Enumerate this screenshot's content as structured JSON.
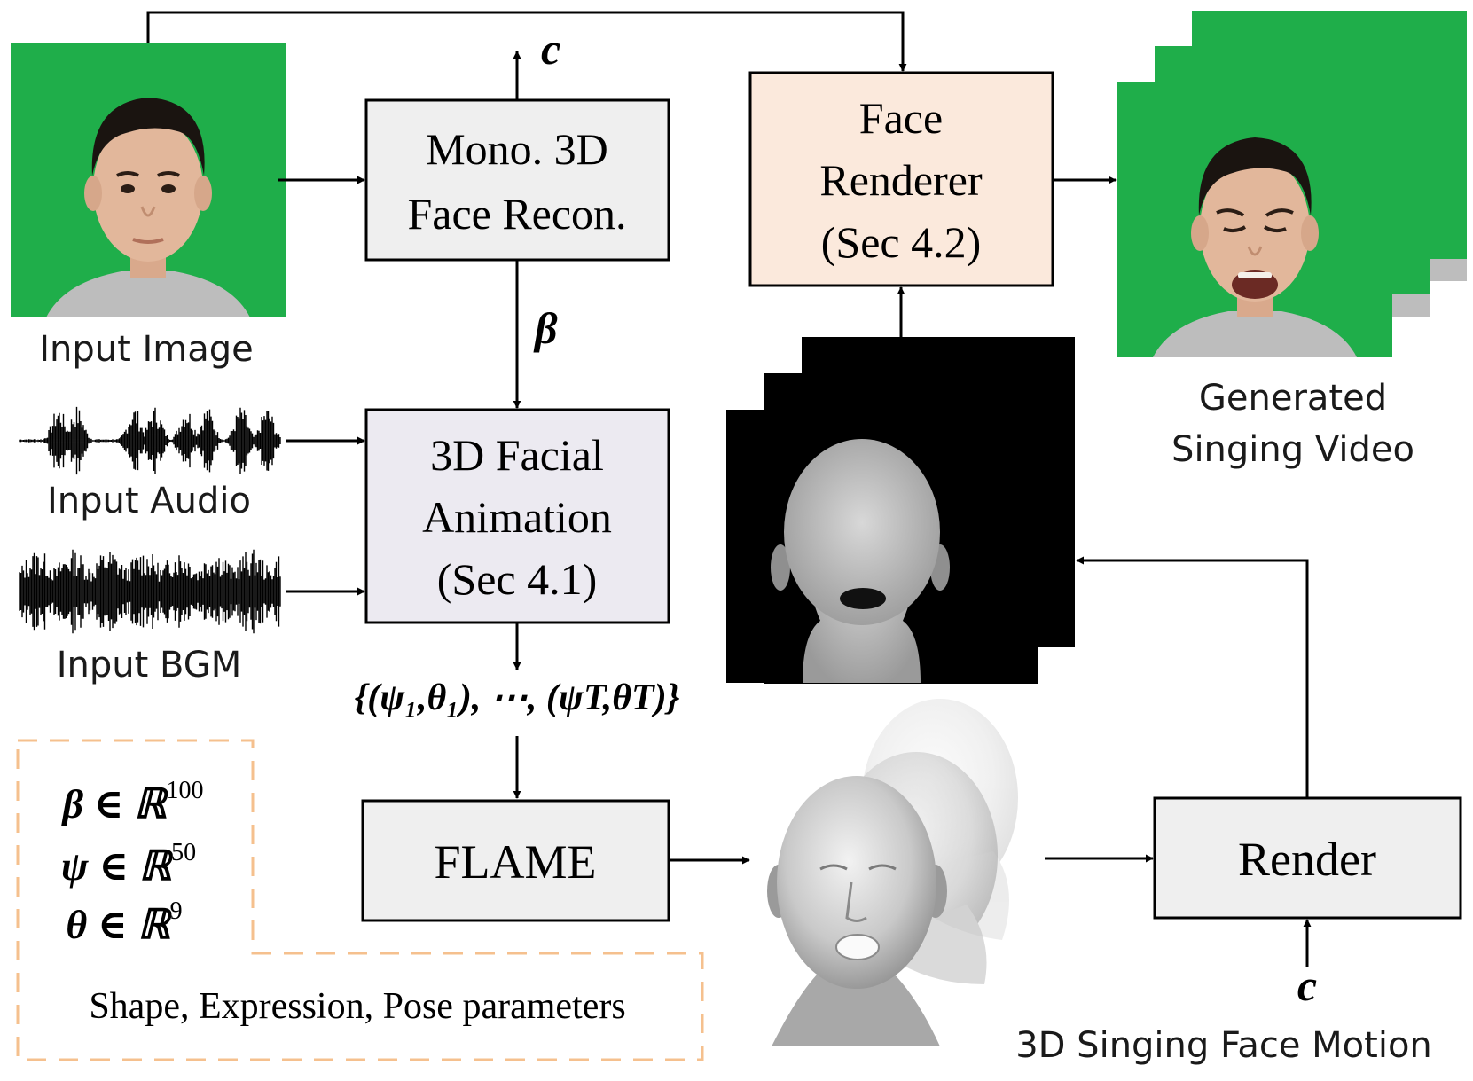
{
  "labels": {
    "input_image": "Input Image",
    "input_audio": "Input Audio",
    "input_bgm": "Input BGM",
    "generated_line1": "Generated",
    "generated_line2": "Singing Video",
    "motion": "3D Singing Face Motion"
  },
  "boxes": {
    "recon": {
      "line1": "Mono. 3D",
      "line2": "Face Recon."
    },
    "renderer": {
      "line1": "Face",
      "line2": "Renderer",
      "line3": "(Sec 4.2)"
    },
    "animation": {
      "line1": "3D Facial",
      "line2": "Animation",
      "line3": "(Sec 4.1)"
    },
    "flame": {
      "label": "FLAME"
    },
    "render": {
      "label": "Render"
    }
  },
  "symbols": {
    "camera_top": "c",
    "beta": "β",
    "camera_bottom": "c",
    "sequence": "{(ψ₁,θ₁), ⋯, (ψT,θT)}"
  },
  "legend": {
    "beta_def": "β ∈ ℝ",
    "beta_dim": "100",
    "psi_def": "ψ ∈ ℝ",
    "psi_dim": "50",
    "theta_def": "θ ∈ ℝ",
    "theta_dim": "9",
    "caption": "Shape, Expression, Pose parameters"
  },
  "colors": {
    "green_screen": "#1fae4a",
    "box_gray": "#efefef",
    "box_renderer": "#fbe9dc",
    "box_animation": "#eceaf1",
    "legend_border": "#f5c08e",
    "skin": "#e2b79b",
    "hair": "#1a1410",
    "shirt": "#bdbdbd"
  }
}
